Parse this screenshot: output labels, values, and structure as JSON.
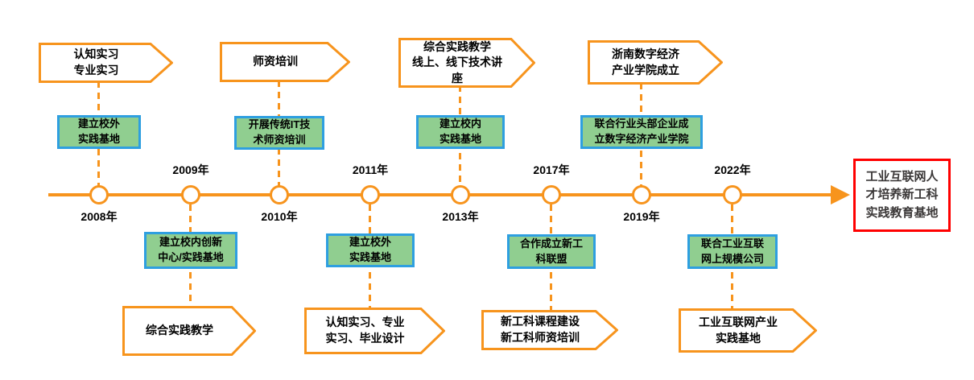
{
  "timeline": {
    "milestones": [
      {
        "year": "2008年",
        "note": "建立校外\n实践基地",
        "phase": "认知实习\n专业实习"
      },
      {
        "year": "2009年",
        "note": "建立校内创新\n中心/实践基地",
        "phase": "综合实践教学"
      },
      {
        "year": "2010年",
        "note": "开展传统IT技\n术师资培训",
        "phase": "师资培训"
      },
      {
        "year": "2011年",
        "note": "建立校外\n实践基地",
        "phase": "认知实习、专业\n实习、毕业设计"
      },
      {
        "year": "2013年",
        "note": "建立校内\n实践基地",
        "phase": "综合实践教学\n线上、线下技术讲\n座"
      },
      {
        "year": "2017年",
        "note": "合作成立新工\n科联盟",
        "phase": "新工科课程建设\n新工科师资培训"
      },
      {
        "year": "2019年",
        "note": "联合行业头部企业成\n立数字经济产业学院",
        "phase": "浙南数字经济\n产业学院成立"
      },
      {
        "year": "2022年",
        "note": "联合工业互联\n网上规模公司",
        "phase": "工业互联网产业\n实践基地"
      }
    ],
    "result": "工业互联网人\n才培养新工科\n实践教育基地",
    "colors": {
      "axis_orange": "#F7941D",
      "note_fill": "#90CE90",
      "note_border": "#2E9FE0",
      "shape_fill": "#FFFFFF",
      "result_border": "#FF0000",
      "result_text": "#3B3838",
      "label_text": "#000000"
    }
  }
}
